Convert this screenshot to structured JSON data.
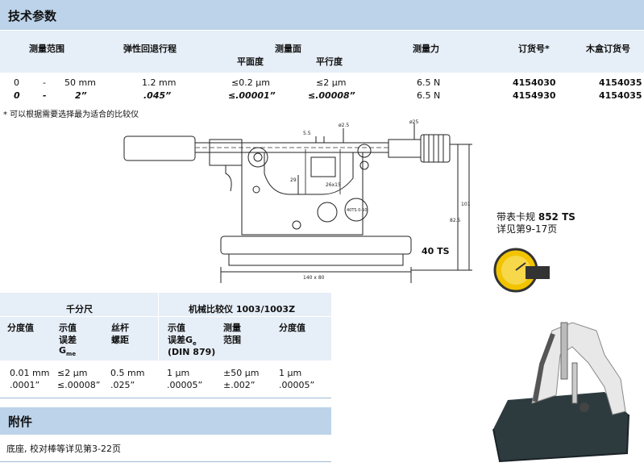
{
  "tech": {
    "title": "技术参数",
    "headers": {
      "range": "测量范围",
      "travel": "弹性回退行程",
      "face": "测量面",
      "flatness": "平面度",
      "parallel": "平行度",
      "force": "测量力",
      "order": "订货号*",
      "box_order": "木盒订货号"
    },
    "rows": [
      {
        "r0": "0",
        "dash": "-",
        "r1": "50 mm",
        "travel": "1.2 mm",
        "flat": "≤0.2 µm",
        "par": "≤2 µm",
        "force": "6.5 N",
        "order": "4154030",
        "box": "4154035"
      },
      {
        "r0": "0",
        "dash": "-",
        "r1": "2”",
        "travel": ".045”",
        "flat": "≤.00001”",
        "par": "≤.00008”",
        "force": "6.5 N",
        "order": "4154930",
        "box": "4154035"
      }
    ],
    "footnote": "* 可以根据需要选择最为适合的比较仪"
  },
  "drawing": {
    "dims": {
      "d55": "5.5",
      "d25a": "ø2.5",
      "d25b": "ø25",
      "d29": "29",
      "d26": "26x15",
      "d101": "101",
      "d825": "82.5",
      "base": "140 x 80"
    },
    "label_40ts": "40 TS",
    "plate": "40TS 0-50"
  },
  "side_note": {
    "line1_prefix": "带表卡规",
    "line1_bold": "852 TS",
    "line2": "详见第9-17页"
  },
  "micrometer": {
    "title": "千分尺",
    "h1": "分度值",
    "h2a": "示值",
    "h2b": "误差",
    "h2c": "G",
    "h2c_sub": "me",
    "h3a": "丝杆",
    "h3b": "螺距",
    "c1a": "0.01 mm",
    "c1b": ".0001”",
    "c2a": "≤2 µm",
    "c2b": "≤.00008”",
    "c3a": "0.5 mm",
    "c3b": ".025”"
  },
  "comparator": {
    "title": "机械比较仪 1003/1003Z",
    "h1a": "示值",
    "h1b": "误差G",
    "h1b_sub": "e",
    "h1c": "(DIN 879)",
    "h2a": "测量",
    "h2b": "范围",
    "h3": "分度值",
    "c1a": "1 µm",
    "c1b": ".00005”",
    "c2a": "±50 µm",
    "c2b": "±.002”",
    "c3a": "1 µm",
    "c3b": ".00005”"
  },
  "accessories": {
    "title": "附件",
    "text": "底座, 校对棒等详见第3-22页"
  }
}
